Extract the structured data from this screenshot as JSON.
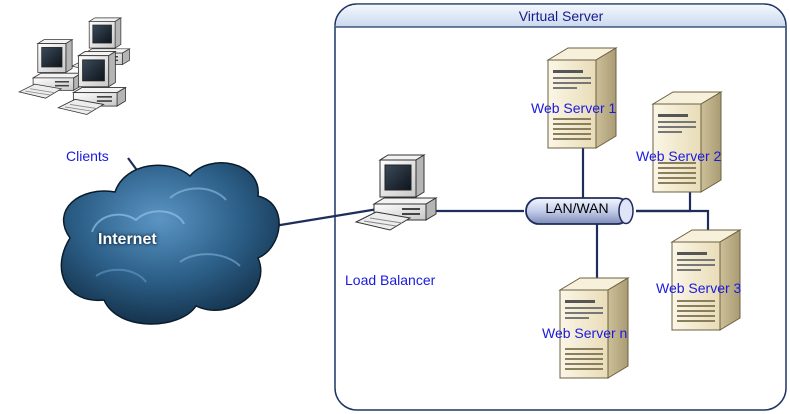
{
  "virtual_server": {
    "title": "Virtual Server"
  },
  "clients": {
    "label": "Clients"
  },
  "internet": {
    "label": "Internet"
  },
  "load_balancer": {
    "label": "Load Balancer"
  },
  "network": {
    "label": "LAN/WAN"
  },
  "web_servers": [
    {
      "label": "Web Server 1"
    },
    {
      "label": "Web Server 2"
    },
    {
      "label": "Web Server 3"
    },
    {
      "label": "Web Server n"
    }
  ],
  "colors": {
    "label_text": "#1a1adc",
    "connection_line": "#1f2d5c",
    "virtual_server_border": "#1f3566",
    "cloud_dark": "#0d2b45",
    "cloud_light": "#3f7fb0",
    "server_body": "#efe4c6"
  }
}
